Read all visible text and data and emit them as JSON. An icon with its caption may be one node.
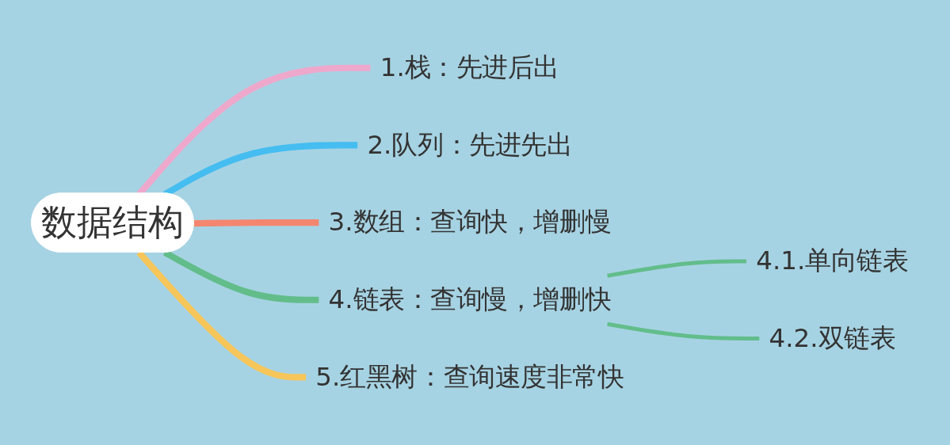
{
  "diagram": {
    "nodes": [
      {
        "text": [
          "数据结构"
        ]
      },
      {
        "text": [
          "1.栈：先进后出"
        ]
      },
      {
        "text": [
          "2.队列：先进先出"
        ]
      },
      {
        "text": [
          "3.数组：查询快，增删慢"
        ]
      },
      {
        "text": [
          "4.链表：查询慢，增删快"
        ]
      },
      {
        "text": [
          "5.红黑树：查询速度非常快"
        ]
      },
      {
        "text": [
          "4.1.单向链表"
        ]
      },
      {
        "text": [
          "4.2.双链表"
        ]
      }
    ],
    "edges": [
      {
        "from": 0,
        "to": 1,
        "arrow": "none",
        "color": "#eea8cc"
      },
      {
        "from": 0,
        "to": 2,
        "arrow": "none",
        "color": "#45bdf0"
      },
      {
        "from": 0,
        "to": 3,
        "arrow": "none",
        "color": "#f4866f"
      },
      {
        "from": 0,
        "to": 4,
        "arrow": "none",
        "color": "#62bd8b"
      },
      {
        "from": 0,
        "to": 5,
        "arrow": "none",
        "color": "#f7c65a"
      },
      {
        "from": 4,
        "to": 6,
        "arrow": "none",
        "color": "#62bd8b"
      },
      {
        "from": 4,
        "to": 7,
        "arrow": "none",
        "color": "#62bd8b"
      }
    ]
  }
}
